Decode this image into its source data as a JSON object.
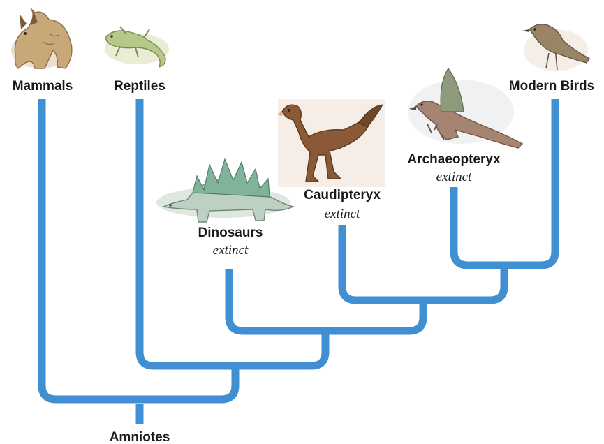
{
  "diagram": {
    "root_label": "Amniotes",
    "taxa": [
      {
        "id": "mammals",
        "name": "Mammals",
        "note": ""
      },
      {
        "id": "reptiles",
        "name": "Reptiles",
        "note": ""
      },
      {
        "id": "dinosaurs",
        "name": "Dinosaurs",
        "note": "extinct"
      },
      {
        "id": "caudipteryx",
        "name": "Caudipteryx",
        "note": "extinct"
      },
      {
        "id": "archaeopteryx",
        "name": "Archaeopteryx",
        "note": "extinct"
      },
      {
        "id": "modern-birds",
        "name": "Modern Birds",
        "note": ""
      }
    ],
    "colors": {
      "branch": "#3f8fd2",
      "text": "#1a1a1a"
    },
    "icons": [
      "lynx-illustration",
      "lizard-illustration",
      "stegosaurus-illustration",
      "caudipteryx-illustration",
      "archaeopteryx-illustration",
      "songbird-illustration"
    ]
  }
}
